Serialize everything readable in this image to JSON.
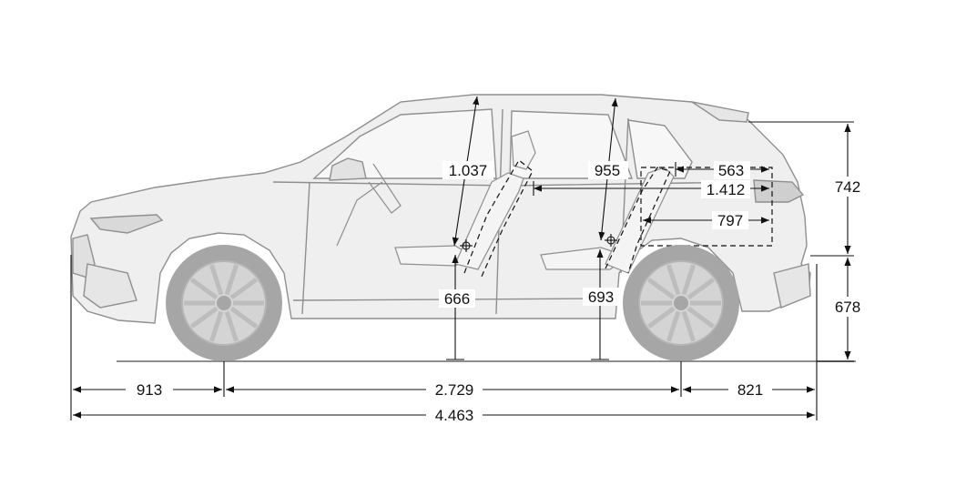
{
  "dimensions": {
    "front_overhang": "913",
    "wheelbase": "2.729",
    "rear_overhang": "821",
    "overall_length": "4.463",
    "upper_height": "742",
    "lower_height": "678",
    "front_headroom": "1.037",
    "rear_headroom": "955",
    "front_seat_height": "666",
    "rear_seat_height": "693",
    "cargo_length_upper": "563",
    "cargo_length_max": "1.412",
    "cargo_length_floor": "797"
  },
  "colors": {
    "car_fill": "#ededed",
    "car_line": "#8f8f8f",
    "wheel": "#a6a6a6",
    "dimension_line": "#111111"
  }
}
